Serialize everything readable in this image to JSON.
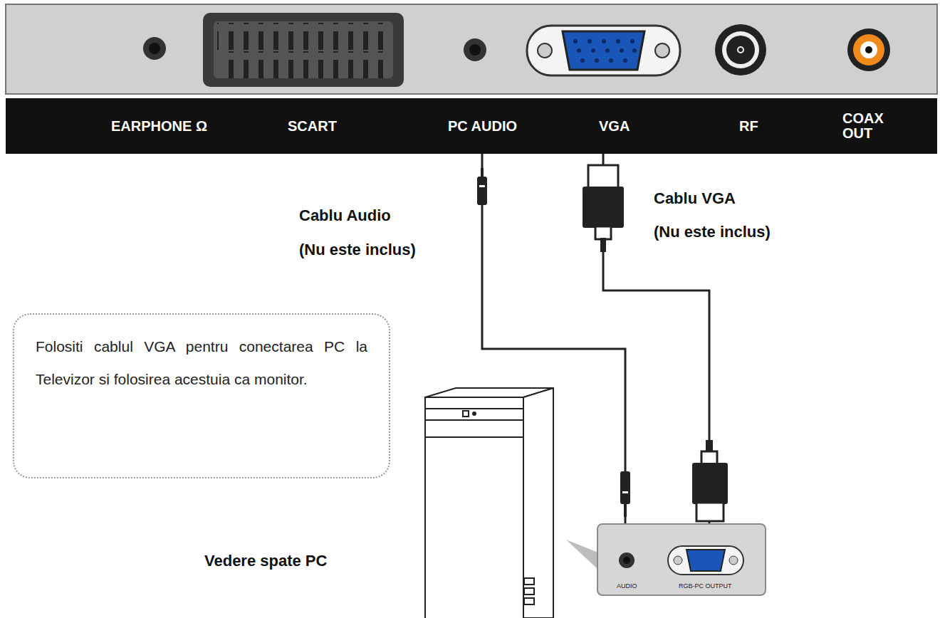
{
  "diagram": {
    "nodes": [
      {
        "text": [
          "EARPHONE Ω",
          "SCART",
          "PC AUDIO",
          "VGA",
          "RF",
          "COAX OUT"
        ]
      },
      {
        "text": [
          "Folositi cablul VGA pentru conectarea PC la Televizor si folosirea acestuia ca monitor."
        ]
      },
      {
        "text": [
          "AUDIO",
          "RGB-PC OUTPUT"
        ]
      }
    ],
    "edges": [
      {
        "from": 0,
        "to": 2,
        "arrow": "none"
      },
      {
        "from": 0,
        "to": 2,
        "arrow": "none"
      }
    ],
    "labels": [
      "Cablu Audio",
      "(Nu este inclus)",
      "Cablu VGA",
      "(Nu este inclus)",
      "Vedere spate PC"
    ]
  }
}
